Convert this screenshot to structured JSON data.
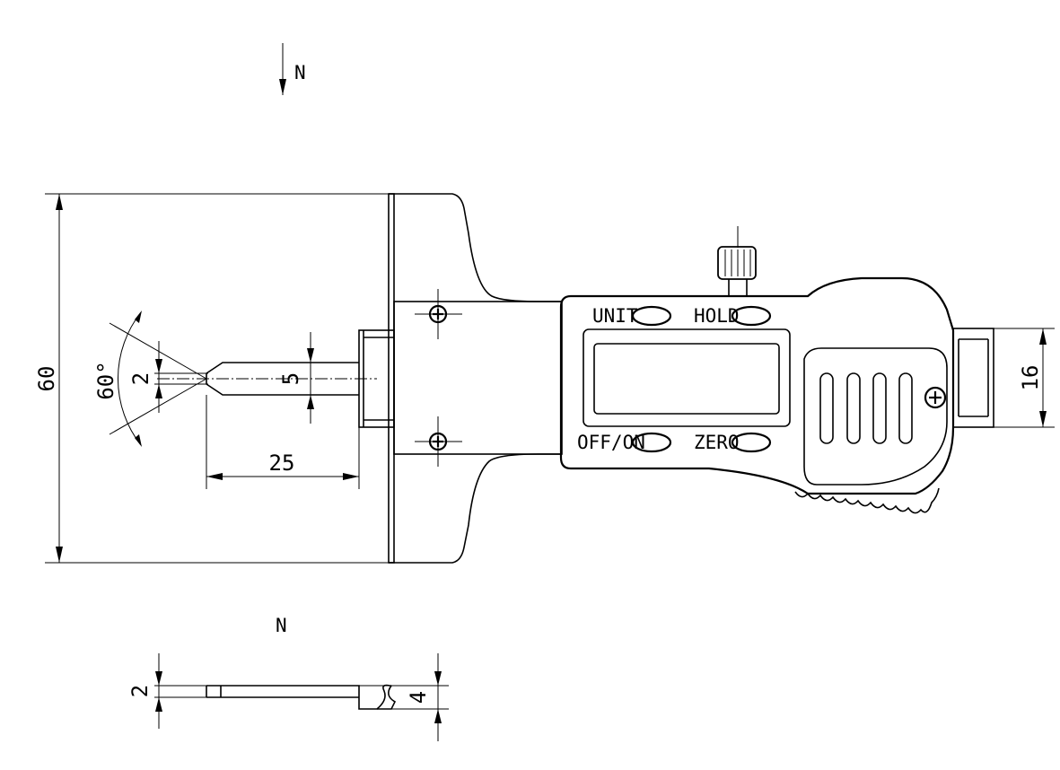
{
  "view_labels": {
    "section_arrow": "N",
    "section_view": "N"
  },
  "dimensions": {
    "height": "60",
    "angle": "60°",
    "tip_width": "2",
    "rod_diameter": "5",
    "rod_length": "25",
    "spindle_diameter": "16",
    "base_thickness": "2",
    "base_height": "4"
  },
  "buttons": {
    "unit": "UNIT",
    "hold": "HOLD",
    "power": "OFF/ON",
    "zero": "ZERO"
  }
}
